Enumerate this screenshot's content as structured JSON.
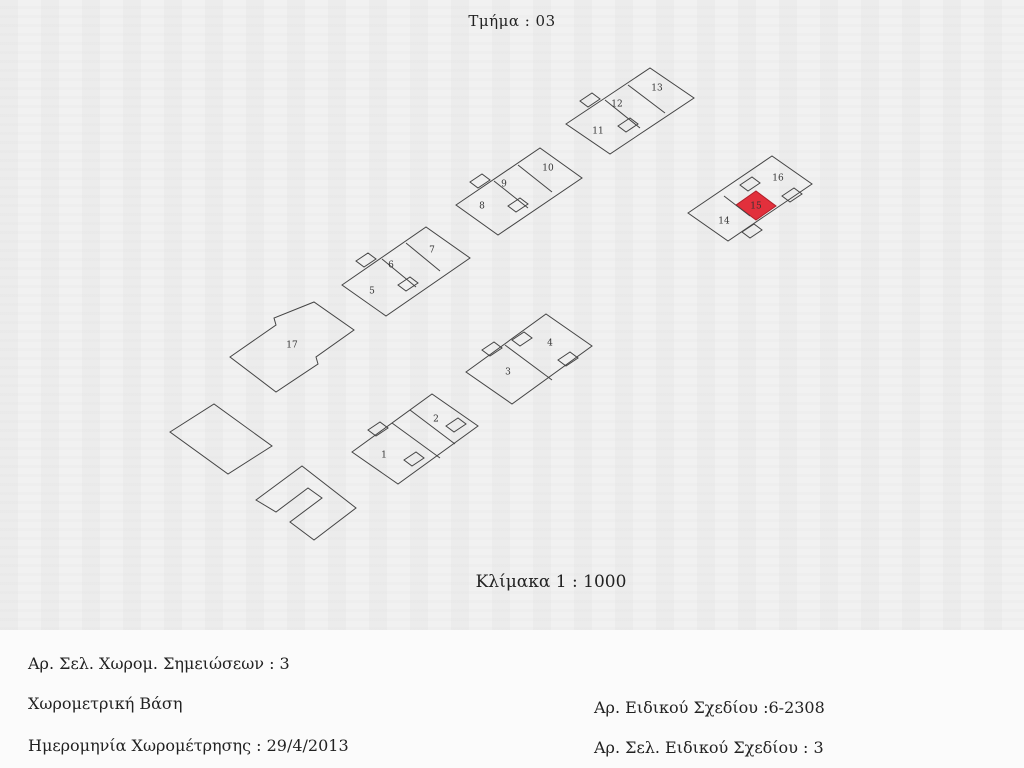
{
  "header": {
    "section_label": "Τμήμα  : 03"
  },
  "map": {
    "highlight_color": "#e2303c",
    "unit_numbers": [
      "1",
      "2",
      "3",
      "4",
      "5",
      "6",
      "7",
      "8",
      "9",
      "10",
      "11",
      "12",
      "13",
      "14",
      "15",
      "16",
      "17"
    ]
  },
  "scale_label": "Κλίμακα  1 : 1000",
  "fields": {
    "sheet_no": "Αρ. Σελ. Χωρομ. Σημειώσεων  : 3",
    "base": "Χωρομετρική Βάση",
    "survey_date": "Ημερομηνία  Χωρομέτρησης  : 29/4/2013",
    "special_plan_no": "Αρ.  Ειδικού  Σχεδίου  :6-2308",
    "special_plan_sheet": "Αρ.  Σελ.  Ειδικού  Σχεδίου  :  3"
  }
}
